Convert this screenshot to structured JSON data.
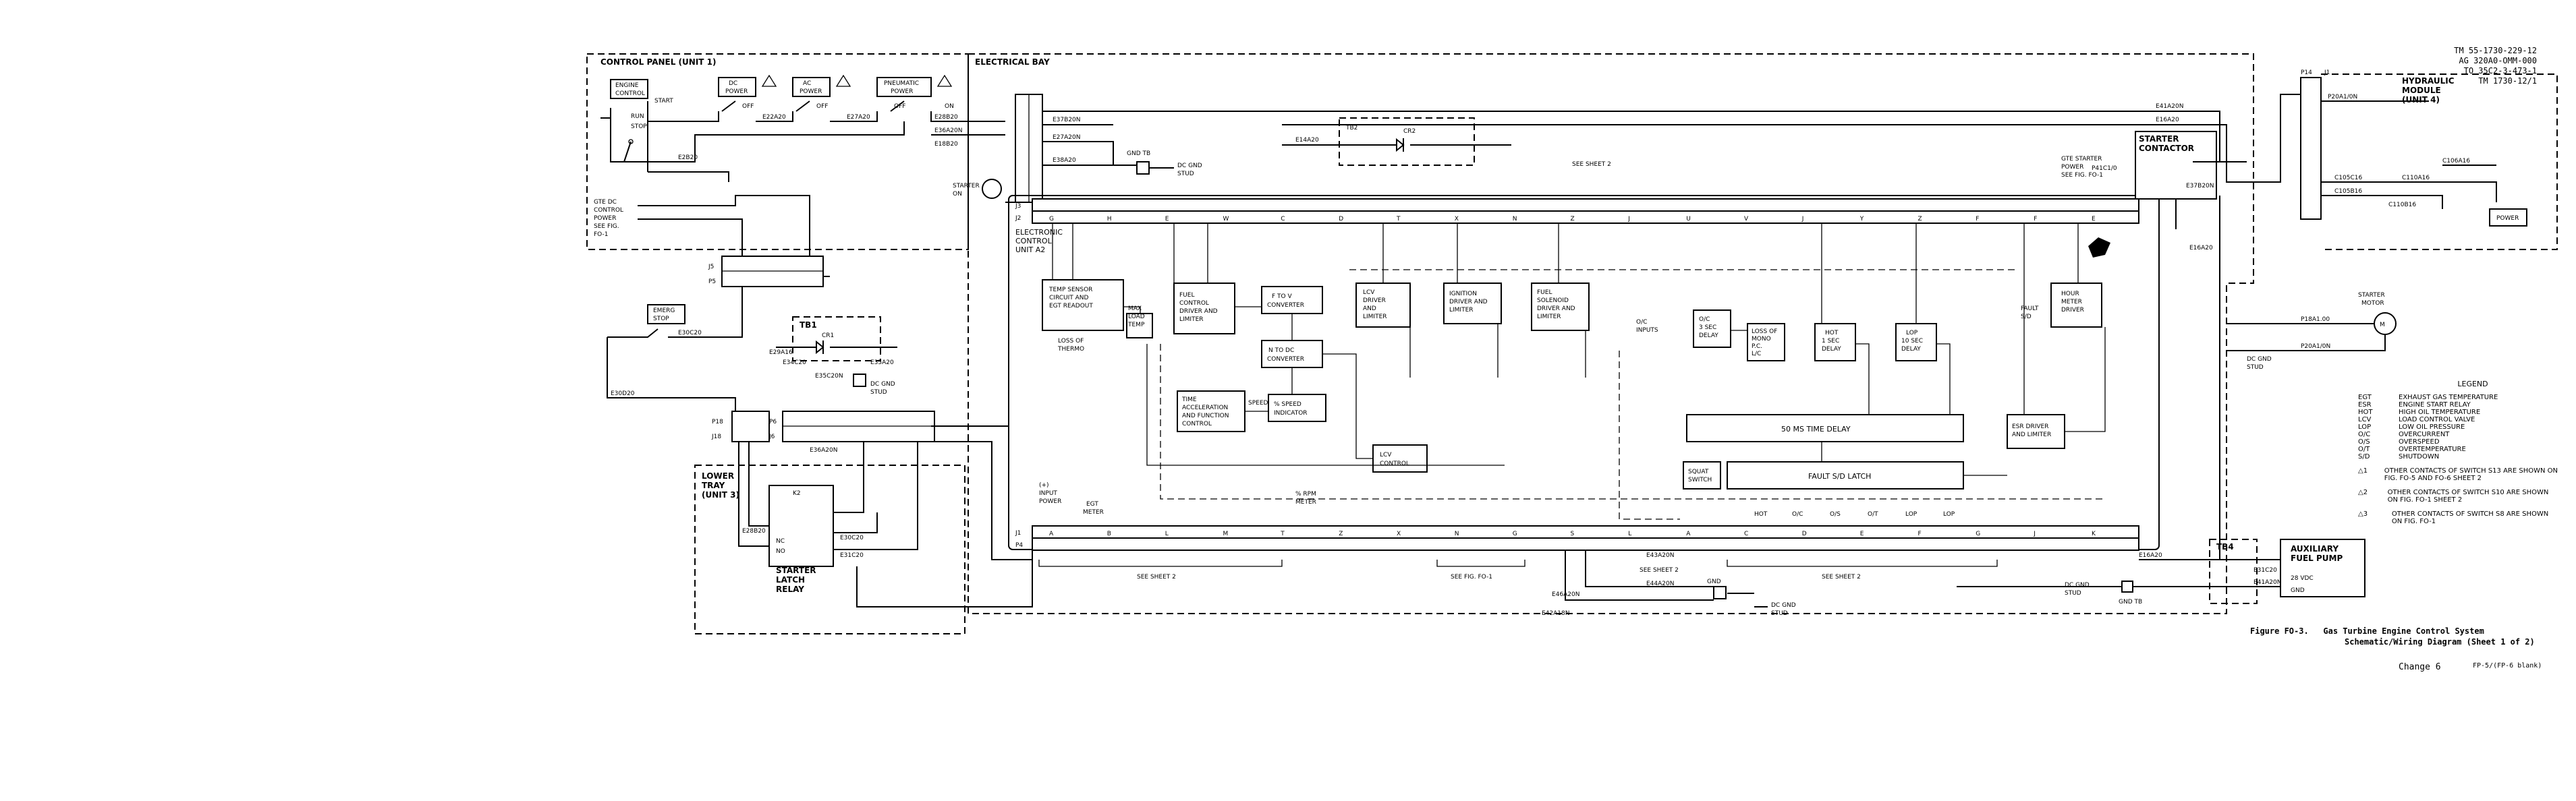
{
  "header_lines": [
    "TM 55-1730-229-12",
    "AG 320A0-OMM-000",
    "TO 35C2-3-473-1",
    "TM 1730-12/1"
  ],
  "caption": {
    "figure": "Figure FO-3.",
    "title_line1": "Gas Turbine Engine Control System",
    "title_line2": "Schematic/Wiring Diagram (Sheet 1 of 2)",
    "change": "Change 6",
    "page": "FP-5/(FP-6 blank)"
  },
  "blocks": {
    "control_panel": "CONTROL PANEL (UNIT 1)",
    "electrical_bay": "ELECTRICAL BAY",
    "lower_tray": [
      "LOWER",
      "TRAY",
      "(UNIT 3)"
    ],
    "hydraulic_module": [
      "HYDRAULIC",
      "MODULE",
      "(UNIT 4)"
    ],
    "starter_contactor": [
      "STARTER",
      "CONTACTOR"
    ],
    "starter_motor": [
      "STARTER",
      "MOTOR"
    ],
    "aux_fuel_pump": [
      "AUXILIARY",
      "FUEL PUMP"
    ],
    "latch_relay": [
      "STARTER",
      "LATCH",
      "RELAY"
    ],
    "ecu": [
      "ELECTRONIC",
      "CONTROL",
      "UNIT A2"
    ]
  },
  "panel": {
    "engine_control": [
      "ENGINE",
      "CONTROL"
    ],
    "dc_power": [
      "DC",
      "POWER"
    ],
    "ac_power": [
      "AC",
      "POWER"
    ],
    "pneumatic_power": [
      "PNEUMATIC",
      "POWER"
    ],
    "run": "RUN",
    "stop": "STOP",
    "start": "START",
    "off": "OFF",
    "on": "ON",
    "gte_dc": [
      "GTE DC",
      "CONTROL",
      "POWER",
      "SEE FIG.",
      "FO-1"
    ],
    "emerg_stop": [
      "EMERG",
      "STOP"
    ]
  },
  "ecu_modules": {
    "temp_sensor": [
      "TEMP SENSOR",
      "CIRCUIT AND",
      "EGT READOUT"
    ],
    "max_load": [
      "MAX",
      "LOAD",
      "TEMP"
    ],
    "loss_thermo": [
      "LOSS OF",
      "THERMO"
    ],
    "fuel_control": [
      "FUEL",
      "CONTROL",
      "DRIVER AND",
      "LIMITER"
    ],
    "f_to_v": [
      "F TO V",
      "CONVERTER"
    ],
    "n_to_dc": [
      "N TO DC",
      "CONVERTER"
    ],
    "time_accel": [
      "TIME",
      "ACCELERATION",
      "AND FUNCTION",
      "CONTROL"
    ],
    "speed_ind": [
      "% SPEED",
      "INDICATOR"
    ],
    "speed_label": "SPEED",
    "lcv_driver": [
      "LCV",
      "DRIVER",
      "AND",
      "LIMITER"
    ],
    "lcv_control": [
      "LCV",
      "CONTROL"
    ],
    "ignition": [
      "IGNITION",
      "DRIVER AND",
      "LIMITER"
    ],
    "fuel_solenoid": [
      "FUEL",
      "SOLENOID",
      "DRIVER AND",
      "LIMITER"
    ],
    "oc_3sec": [
      "O/C",
      "3 SEC",
      "DELAY"
    ],
    "loss_mono": [
      "LOSS OF",
      "MONO",
      "P.C.",
      "L/C"
    ],
    "hot_1sec": [
      "HOT",
      "1 SEC",
      "DELAY"
    ],
    "lop_10sec": [
      "LOP",
      "10 SEC",
      "DELAY"
    ],
    "hour_meter": [
      "HOUR",
      "METER",
      "DRIVER"
    ],
    "time_delay": "50 MS TIME DELAY",
    "fault_latch": "FAULT S/D LATCH",
    "squat": [
      "SQUAT",
      "SWITCH"
    ],
    "esr_driver": [
      "ESR DRIVER",
      "AND LIMITER"
    ],
    "fault_sd": [
      "FAULT",
      "S/D"
    ],
    "oc_inputs": [
      "O/C",
      "INPUTS"
    ]
  },
  "connector_top_letters": [
    "G",
    "H",
    "E",
    "W",
    "C",
    "D",
    "T",
    "X",
    "N",
    "Z",
    "J",
    "U",
    "V",
    "J",
    "Y",
    "Z",
    "F",
    "F",
    "E"
  ],
  "connector_bottom_letters": [
    "A",
    "B",
    "L",
    "M",
    "T",
    "Z",
    "X",
    "N",
    "G",
    "S",
    "L",
    "A",
    "C",
    "D",
    "E",
    "F",
    "G",
    "J",
    "K"
  ],
  "status_row": [
    "HOT",
    "O/C",
    "O/S",
    "O/T",
    "LOP",
    "LOP"
  ],
  "see_refs": {
    "see_sheet2_top": "SEE SHEET 2",
    "see_sheet2_a": "SEE SHEET 2",
    "see_fig_fo1": "SEE FIG. FO-1",
    "see_sheet2_b": "SEE SHEET 2",
    "see_sheet2_c": "SEE SHEET 2",
    "gte_starter": [
      "GTE STARTER",
      "POWER",
      "SEE FIG. FO-1"
    ]
  },
  "studs": {
    "dc_gnd_stud": [
      "DC GND",
      "STUD"
    ],
    "gnd_tb": "GND TB",
    "dc_gnd": "DC GND",
    "starter_on": [
      "STARTER",
      "ON"
    ],
    "egt_meter": [
      "EGT",
      "METER"
    ],
    "input_power": [
      "(+)",
      "INPUT",
      "POWER"
    ],
    "rpm_meter": [
      "% RPM",
      "METER"
    ],
    "gnd": "GND",
    "volt28": "28 VDC",
    "power": "POWER"
  },
  "wires": [
    "E2B20",
    "E22A20",
    "E27A20",
    "E28B20",
    "E36A20N",
    "E18B20",
    "E37B20N",
    "E27A20N",
    "E38A20",
    "E28B20",
    "E14A20",
    "E35A20",
    "E34C20",
    "E30C20",
    "E30D20",
    "E36A20N",
    "E35C20N",
    "E43A20N",
    "E44A20N",
    "E46A20N",
    "E42A18N",
    "E31C20",
    "E41A20N",
    "E16A20",
    "E29A16",
    "P18A1.00",
    "P20A1/0N",
    "C105C16",
    "C110A16",
    "C105B16",
    "C110B16",
    "C106A16",
    "P41C1/0"
  ],
  "legend": {
    "title": "LEGEND",
    "items": [
      {
        "k": "EGT",
        "v": "EXHAUST GAS TEMPERATURE"
      },
      {
        "k": "ESR",
        "v": "ENGINE START RELAY"
      },
      {
        "k": "HOT",
        "v": "HIGH OIL TEMPERATURE"
      },
      {
        "k": "LCV",
        "v": "LOAD CONTROL VALVE"
      },
      {
        "k": "LOP",
        "v": "LOW OIL PRESSURE"
      },
      {
        "k": "O/C",
        "v": "OVERCURRENT"
      },
      {
        "k": "O/S",
        "v": "OVERSPEED"
      },
      {
        "k": "O/T",
        "v": "OVERTEMPERATURE"
      },
      {
        "k": "S/D",
        "v": "SHUTDOWN"
      }
    ],
    "notes": [
      {
        "num": "1",
        "text": "OTHER CONTACTS OF SWITCH S13 ARE SHOWN ON FIG. FO-5 AND FO-6 SHEET 2"
      },
      {
        "num": "2",
        "text": "OTHER CONTACTS OF SWITCH S10 ARE SHOWN ON FIG. FO-1 SHEET 2"
      },
      {
        "num": "3",
        "text": "OTHER CONTACTS OF SWITCH S8 ARE SHOWN ON FIG. FO-1"
      }
    ]
  }
}
